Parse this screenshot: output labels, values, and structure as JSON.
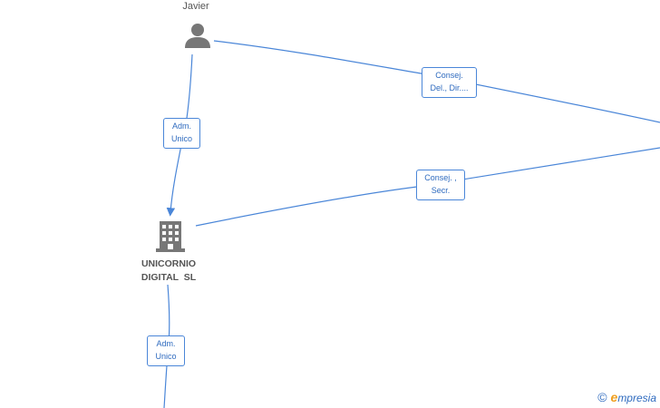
{
  "nodes": {
    "person": {
      "name": "Javier"
    },
    "company": {
      "name_line1": "UNICORNIO",
      "name_line2": "DIGITAL  SL"
    }
  },
  "edges": {
    "person_company": {
      "line1": "Adm.",
      "line2": "Unico"
    },
    "person_right": {
      "line1": "Consej.",
      "line2": "Del., Dir...."
    },
    "company_right": {
      "line1": "Consej. ,",
      "line2": "Secr."
    },
    "company_down": {
      "line1": "Adm.",
      "line2": "Unico"
    }
  },
  "footer": {
    "copyright": "©",
    "brand_initial": "e",
    "brand_rest": "mpresia"
  },
  "colors": {
    "edge": "#4a86d8",
    "icon": "#777777",
    "brand": "#2f6bbf",
    "brand_accent": "#f0a020"
  }
}
